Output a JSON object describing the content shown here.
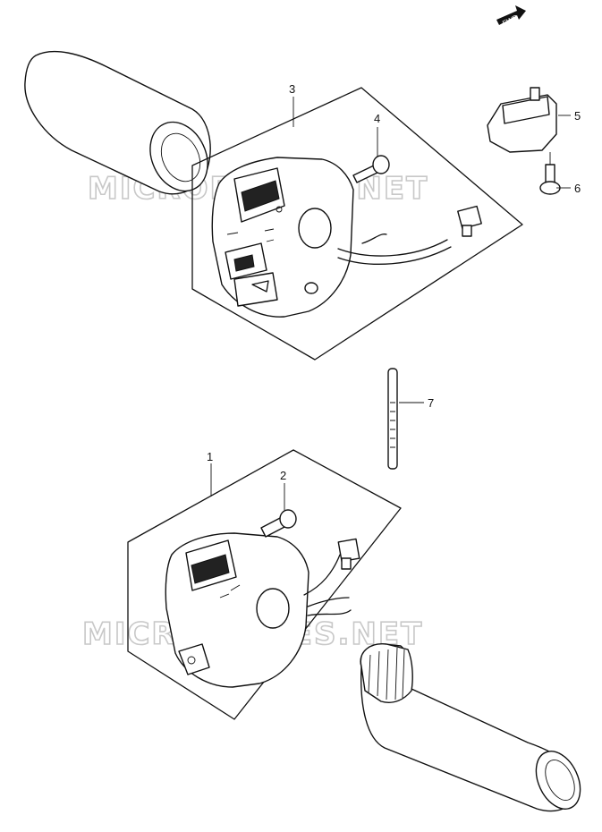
{
  "watermark": "MICROFICHES.NET",
  "fwd_badge": "FWD",
  "callouts": {
    "c1": "1",
    "c2": "2",
    "c3": "3",
    "c4": "4",
    "c5": "5",
    "c6": "6",
    "c7": "7"
  }
}
